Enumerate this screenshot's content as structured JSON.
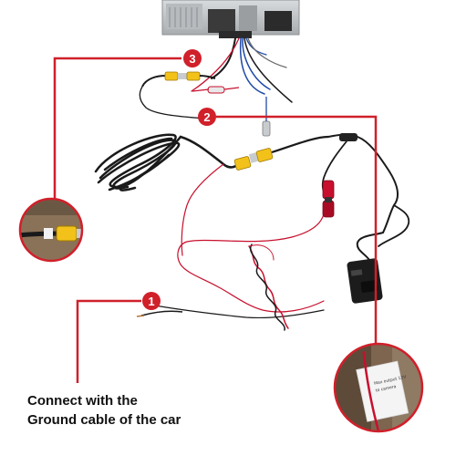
{
  "caption": {
    "line1": "Connect with the",
    "line2": "Ground cable of the car"
  },
  "callouts": [
    {
      "number": "1",
      "meaning": "ground-wire-end"
    },
    {
      "number": "2",
      "meaning": "red-power-wire"
    },
    {
      "number": "3",
      "meaning": "rca-video-connector"
    }
  ],
  "colors": {
    "callout_red": "#d0202a",
    "wire_black": "#1a1a1a",
    "wire_red": "#c8102e",
    "rca_yellow": "#f2c21b",
    "radio_silver": "#c9ccce"
  }
}
